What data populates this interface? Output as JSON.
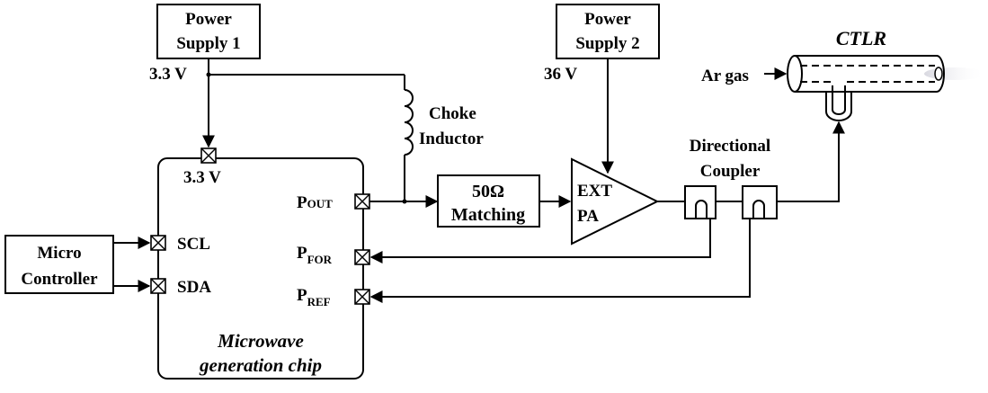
{
  "power_supply_1": {
    "line1": "Power",
    "line2": "Supply 1",
    "voltage": "3.3 V"
  },
  "power_supply_2": {
    "line1": "Power",
    "line2": "Supply 2",
    "voltage": "36 V"
  },
  "choke": {
    "line1": "Choke",
    "line2": "Inductor"
  },
  "chip": {
    "vdd_label": "3.3 V",
    "pins": {
      "scl": "SCL",
      "sda": "SDA"
    },
    "p_out": {
      "main": "P",
      "sub": "OUT"
    },
    "p_for": {
      "main": "P",
      "sub": "FOR"
    },
    "p_ref": {
      "main": "P",
      "sub": "REF"
    },
    "name_line1": "Microwave",
    "name_line2": "generation chip"
  },
  "micro_controller": {
    "line1": "Micro",
    "line2": "Controller"
  },
  "matching": {
    "line1": "50Ω",
    "line2": "Matching"
  },
  "ext_pa": {
    "line1": "EXT",
    "line2": "PA"
  },
  "coupler": {
    "line1": "Directional",
    "line2": "Coupler"
  },
  "ctlr": {
    "title": "CTLR",
    "gas_label": "Ar gas"
  }
}
